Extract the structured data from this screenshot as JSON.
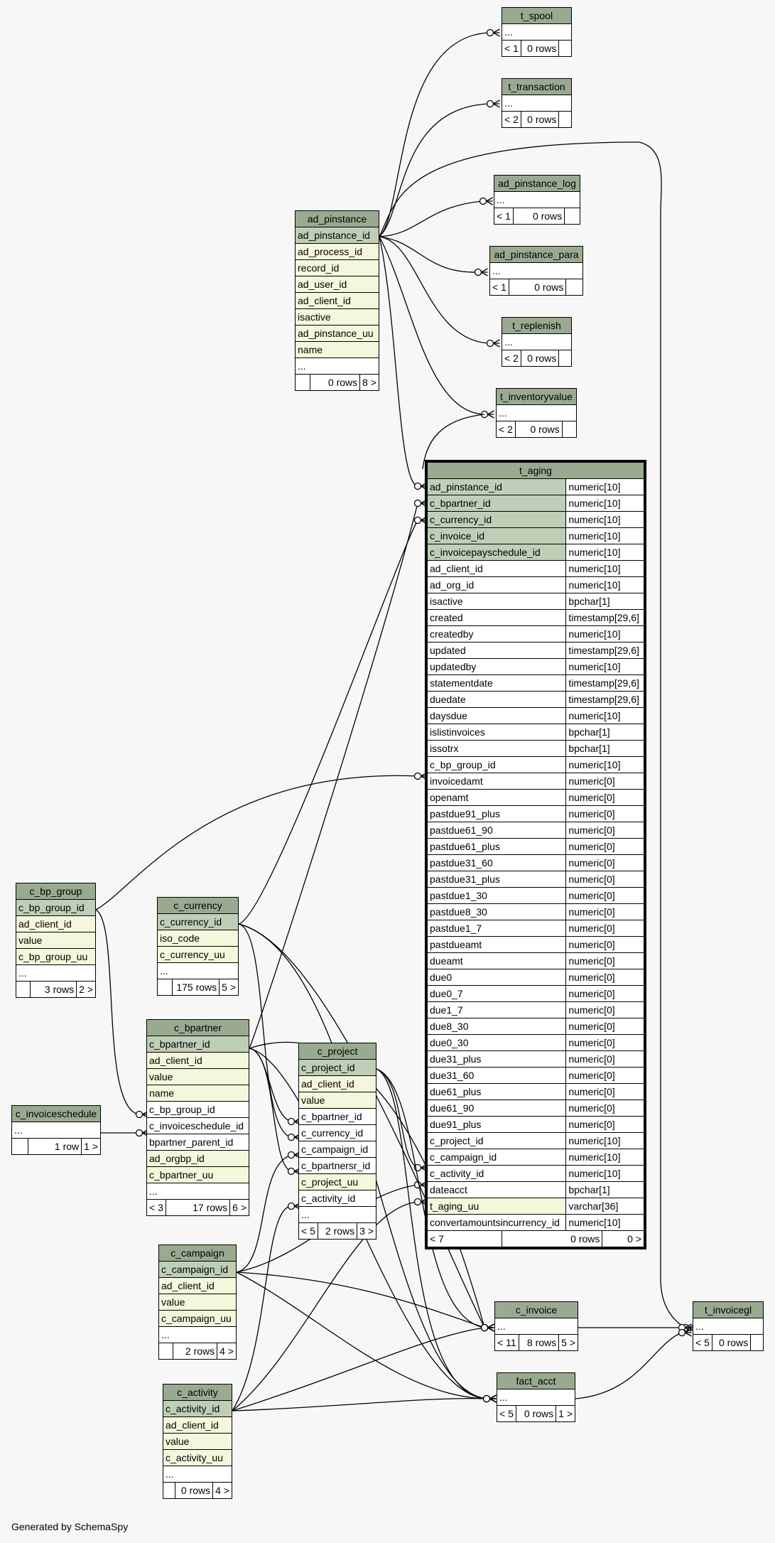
{
  "footer": "Generated by SchemaSpy",
  "tables": [
    {
      "id": "t_spool",
      "title": "t_spool",
      "rows": [
        {
          "cols": [
            "..."
          ]
        }
      ],
      "summary": [
        "< 1",
        "0 rows",
        ""
      ]
    },
    {
      "id": "t_transaction",
      "title": "t_transaction",
      "rows": [
        {
          "cols": [
            "..."
          ]
        }
      ],
      "summary": [
        "< 2",
        "0 rows",
        ""
      ]
    },
    {
      "id": "ad_pinstance_log",
      "title": "ad_pinstance_log",
      "rows": [
        {
          "cols": [
            "..."
          ]
        }
      ],
      "summary": [
        "< 1",
        "0 rows",
        ""
      ]
    },
    {
      "id": "ad_pinstance_para",
      "title": "ad_pinstance_para",
      "rows": [
        {
          "cols": [
            "..."
          ]
        }
      ],
      "summary": [
        "< 1",
        "0 rows",
        ""
      ]
    },
    {
      "id": "t_replenish",
      "title": "t_replenish",
      "rows": [
        {
          "cols": [
            "..."
          ]
        }
      ],
      "summary": [
        "< 2",
        "0 rows",
        ""
      ]
    },
    {
      "id": "t_inventoryvalue",
      "title": "t_inventoryvalue",
      "rows": [
        {
          "cols": [
            "..."
          ]
        }
      ],
      "summary": [
        "< 2",
        "0 rows",
        ""
      ]
    },
    {
      "id": "ad_pinstance",
      "title": "ad_pinstance",
      "rows": [
        {
          "cols": [
            "ad_pinstance_id"
          ],
          "kind": "pk"
        },
        {
          "cols": [
            "ad_process_id"
          ],
          "kind": "idx"
        },
        {
          "cols": [
            "record_id"
          ],
          "kind": "idx"
        },
        {
          "cols": [
            "ad_user_id"
          ],
          "kind": "idx"
        },
        {
          "cols": [
            "ad_client_id"
          ],
          "kind": "idx"
        },
        {
          "cols": [
            "isactive"
          ],
          "kind": "idx"
        },
        {
          "cols": [
            "ad_pinstance_uu"
          ],
          "kind": "idx"
        },
        {
          "cols": [
            "name"
          ],
          "kind": "idx"
        },
        {
          "cols": [
            "..."
          ]
        }
      ],
      "summary": [
        "",
        "0 rows",
        "8 >"
      ]
    },
    {
      "id": "t_aging",
      "title": "t_aging",
      "main": true,
      "rows": [
        {
          "cols": [
            "ad_pinstance_id",
            "numeric[10]"
          ],
          "kind": "pk"
        },
        {
          "cols": [
            "c_bpartner_id",
            "numeric[10]"
          ],
          "kind": "pk"
        },
        {
          "cols": [
            "c_currency_id",
            "numeric[10]"
          ],
          "kind": "pk"
        },
        {
          "cols": [
            "c_invoice_id",
            "numeric[10]"
          ],
          "kind": "pk"
        },
        {
          "cols": [
            "c_invoicepayschedule_id",
            "numeric[10]"
          ],
          "kind": "pk"
        },
        {
          "cols": [
            "ad_client_id",
            "numeric[10]"
          ]
        },
        {
          "cols": [
            "ad_org_id",
            "numeric[10]"
          ]
        },
        {
          "cols": [
            "isactive",
            "bpchar[1]"
          ]
        },
        {
          "cols": [
            "created",
            "timestamp[29,6]"
          ]
        },
        {
          "cols": [
            "createdby",
            "numeric[10]"
          ]
        },
        {
          "cols": [
            "updated",
            "timestamp[29,6]"
          ]
        },
        {
          "cols": [
            "updatedby",
            "numeric[10]"
          ]
        },
        {
          "cols": [
            "statementdate",
            "timestamp[29,6]"
          ]
        },
        {
          "cols": [
            "duedate",
            "timestamp[29,6]"
          ]
        },
        {
          "cols": [
            "daysdue",
            "numeric[10]"
          ]
        },
        {
          "cols": [
            "islistinvoices",
            "bpchar[1]"
          ]
        },
        {
          "cols": [
            "issotrx",
            "bpchar[1]"
          ]
        },
        {
          "cols": [
            "c_bp_group_id",
            "numeric[10]"
          ]
        },
        {
          "cols": [
            "invoicedamt",
            "numeric[0]"
          ]
        },
        {
          "cols": [
            "openamt",
            "numeric[0]"
          ]
        },
        {
          "cols": [
            "pastdue91_plus",
            "numeric[0]"
          ]
        },
        {
          "cols": [
            "pastdue61_90",
            "numeric[0]"
          ]
        },
        {
          "cols": [
            "pastdue61_plus",
            "numeric[0]"
          ]
        },
        {
          "cols": [
            "pastdue31_60",
            "numeric[0]"
          ]
        },
        {
          "cols": [
            "pastdue31_plus",
            "numeric[0]"
          ]
        },
        {
          "cols": [
            "pastdue1_30",
            "numeric[0]"
          ]
        },
        {
          "cols": [
            "pastdue8_30",
            "numeric[0]"
          ]
        },
        {
          "cols": [
            "pastdue1_7",
            "numeric[0]"
          ]
        },
        {
          "cols": [
            "pastdueamt",
            "numeric[0]"
          ]
        },
        {
          "cols": [
            "dueamt",
            "numeric[0]"
          ]
        },
        {
          "cols": [
            "due0",
            "numeric[0]"
          ]
        },
        {
          "cols": [
            "due0_7",
            "numeric[0]"
          ]
        },
        {
          "cols": [
            "due1_7",
            "numeric[0]"
          ]
        },
        {
          "cols": [
            "due8_30",
            "numeric[0]"
          ]
        },
        {
          "cols": [
            "due0_30",
            "numeric[0]"
          ]
        },
        {
          "cols": [
            "due31_plus",
            "numeric[0]"
          ]
        },
        {
          "cols": [
            "due31_60",
            "numeric[0]"
          ]
        },
        {
          "cols": [
            "due61_plus",
            "numeric[0]"
          ]
        },
        {
          "cols": [
            "due61_90",
            "numeric[0]"
          ]
        },
        {
          "cols": [
            "due91_plus",
            "numeric[0]"
          ]
        },
        {
          "cols": [
            "c_project_id",
            "numeric[10]"
          ]
        },
        {
          "cols": [
            "c_campaign_id",
            "numeric[10]"
          ]
        },
        {
          "cols": [
            "c_activity_id",
            "numeric[10]"
          ]
        },
        {
          "cols": [
            "dateacct",
            "bpchar[1]"
          ]
        },
        {
          "cols": [
            "t_aging_uu",
            "varchar[36]"
          ],
          "kind": "idx"
        },
        {
          "cols": [
            "convertamountsincurrency_id",
            "numeric[10]"
          ]
        }
      ],
      "summary": [
        "< 7",
        "0 rows",
        "0 >"
      ]
    },
    {
      "id": "c_bp_group",
      "title": "c_bp_group",
      "rows": [
        {
          "cols": [
            "c_bp_group_id"
          ],
          "kind": "pk"
        },
        {
          "cols": [
            "ad_client_id"
          ],
          "kind": "idx"
        },
        {
          "cols": [
            "value"
          ],
          "kind": "idx"
        },
        {
          "cols": [
            "c_bp_group_uu"
          ],
          "kind": "idx"
        },
        {
          "cols": [
            "..."
          ]
        }
      ],
      "summary": [
        "",
        "3 rows",
        "2 >"
      ]
    },
    {
      "id": "c_currency",
      "title": "c_currency",
      "rows": [
        {
          "cols": [
            "c_currency_id"
          ],
          "kind": "pk"
        },
        {
          "cols": [
            "iso_code"
          ],
          "kind": "idx"
        },
        {
          "cols": [
            "c_currency_uu"
          ],
          "kind": "idx"
        },
        {
          "cols": [
            "..."
          ]
        }
      ],
      "summary": [
        "",
        "175 rows",
        "5 >"
      ]
    },
    {
      "id": "c_bpartner",
      "title": "c_bpartner",
      "rows": [
        {
          "cols": [
            "c_bpartner_id"
          ],
          "kind": "pk"
        },
        {
          "cols": [
            "ad_client_id"
          ],
          "kind": "idx"
        },
        {
          "cols": [
            "value"
          ],
          "kind": "idx"
        },
        {
          "cols": [
            "name"
          ],
          "kind": "idx"
        },
        {
          "cols": [
            "c_bp_group_id"
          ]
        },
        {
          "cols": [
            "c_invoiceschedule_id"
          ]
        },
        {
          "cols": [
            "bpartner_parent_id"
          ]
        },
        {
          "cols": [
            "ad_orgbp_id"
          ],
          "kind": "idx"
        },
        {
          "cols": [
            "c_bpartner_uu"
          ],
          "kind": "idx"
        },
        {
          "cols": [
            "..."
          ]
        }
      ],
      "summary": [
        "< 3",
        "17 rows",
        "6 >"
      ]
    },
    {
      "id": "c_invoiceschedule",
      "title": "c_invoiceschedule",
      "rows": [
        {
          "cols": [
            "..."
          ]
        }
      ],
      "summary": [
        "",
        "1 row",
        "1 >"
      ]
    },
    {
      "id": "c_project",
      "title": "c_project",
      "rows": [
        {
          "cols": [
            "c_project_id"
          ],
          "kind": "pk"
        },
        {
          "cols": [
            "ad_client_id"
          ],
          "kind": "idx"
        },
        {
          "cols": [
            "value"
          ],
          "kind": "idx"
        },
        {
          "cols": [
            "c_bpartner_id"
          ]
        },
        {
          "cols": [
            "c_currency_id"
          ]
        },
        {
          "cols": [
            "c_campaign_id"
          ]
        },
        {
          "cols": [
            "c_bpartnersr_id"
          ]
        },
        {
          "cols": [
            "c_project_uu"
          ],
          "kind": "idx"
        },
        {
          "cols": [
            "c_activity_id"
          ]
        },
        {
          "cols": [
            "..."
          ]
        }
      ],
      "summary": [
        "< 5",
        "2 rows",
        "3 >"
      ]
    },
    {
      "id": "c_campaign",
      "title": "c_campaign",
      "rows": [
        {
          "cols": [
            "c_campaign_id"
          ],
          "kind": "pk"
        },
        {
          "cols": [
            "ad_client_id"
          ],
          "kind": "idx"
        },
        {
          "cols": [
            "value"
          ],
          "kind": "idx"
        },
        {
          "cols": [
            "c_campaign_uu"
          ],
          "kind": "idx"
        },
        {
          "cols": [
            "..."
          ]
        }
      ],
      "summary": [
        "",
        "2 rows",
        "4 >"
      ]
    },
    {
      "id": "c_activity",
      "title": "c_activity",
      "rows": [
        {
          "cols": [
            "c_activity_id"
          ],
          "kind": "pk"
        },
        {
          "cols": [
            "ad_client_id"
          ],
          "kind": "idx"
        },
        {
          "cols": [
            "value"
          ],
          "kind": "idx"
        },
        {
          "cols": [
            "c_activity_uu"
          ],
          "kind": "idx"
        },
        {
          "cols": [
            "..."
          ]
        }
      ],
      "summary": [
        "",
        "0 rows",
        "4 >"
      ]
    },
    {
      "id": "c_invoice",
      "title": "c_invoice",
      "rows": [
        {
          "cols": [
            "..."
          ]
        }
      ],
      "summary": [
        "< 11",
        "8 rows",
        "5 >"
      ]
    },
    {
      "id": "fact_acct",
      "title": "fact_acct",
      "rows": [
        {
          "cols": [
            "..."
          ]
        }
      ],
      "summary": [
        "< 5",
        "0 rows",
        "1 >"
      ]
    },
    {
      "id": "t_invoicegl",
      "title": "t_invoicegl",
      "rows": [
        {
          "cols": [
            "..."
          ]
        }
      ],
      "summary": [
        "< 5",
        "0 rows",
        ""
      ]
    }
  ]
}
